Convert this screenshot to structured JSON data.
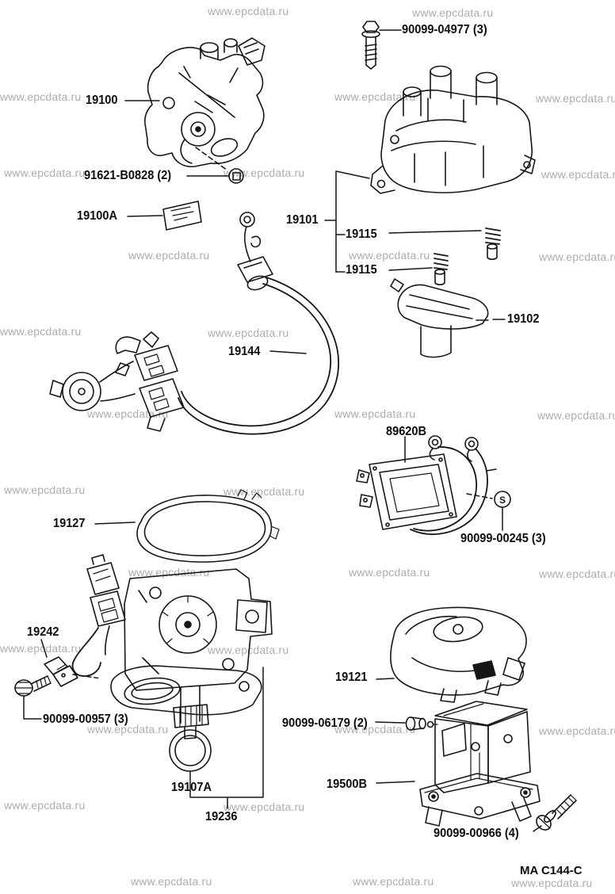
{
  "watermark": {
    "text": "www.epcdata.ru",
    "color": "#adadad"
  },
  "diagram": {
    "code": "MA C144-C",
    "s_marker": "S",
    "parts": [
      {
        "label": "90099-04977 (3)"
      },
      {
        "label": "19100"
      },
      {
        "label": "91621-B0828 (2)"
      },
      {
        "label": "19100A"
      },
      {
        "label": "19101"
      },
      {
        "label": "19115"
      },
      {
        "label": "19115"
      },
      {
        "label": "19102"
      },
      {
        "label": "19144"
      },
      {
        "label": "89620B"
      },
      {
        "label": "90099-00245 (3)"
      },
      {
        "label": "19127"
      },
      {
        "label": "19242"
      },
      {
        "label": "90099-00957 (3)"
      },
      {
        "label": "19121"
      },
      {
        "label": "90099-06179 (2)"
      },
      {
        "label": "19500B"
      },
      {
        "label": "19107A"
      },
      {
        "label": "19236"
      },
      {
        "label": "90099-00966 (4)"
      }
    ]
  }
}
